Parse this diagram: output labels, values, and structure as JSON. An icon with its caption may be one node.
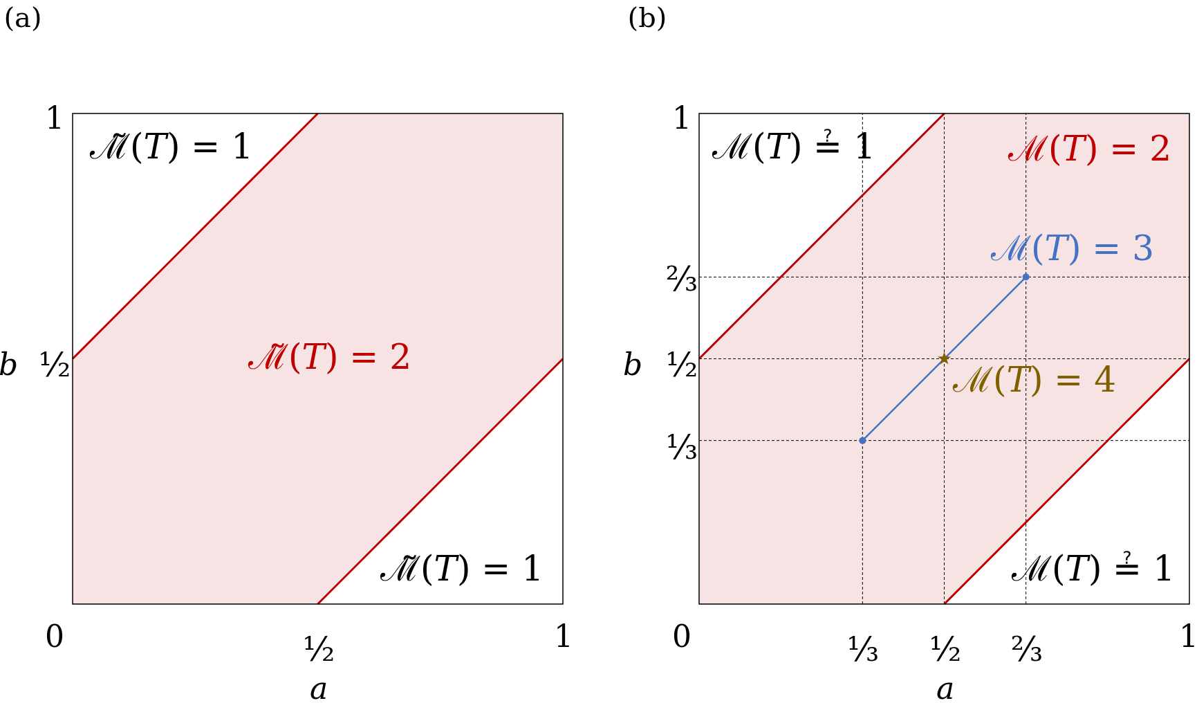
{
  "diagram": {
    "labels": [
      "(a)",
      "(b)",
      "1",
      "1",
      "ℳ̃(*T*) = 1",
      "ℳ(*T*) ≟ 1",
      "ℳ(*T*) = 2",
      "ℳ(*T*) = 3",
      "⅔",
      "b",
      "½",
      "ℳ̃(*T*) = 2",
      "b",
      "½",
      "ℳ(*T*) = 4",
      "⅓",
      "ℳ̃(*T*) = 1",
      "ℳ(*T*) ≟ 1",
      "0",
      "½",
      "1",
      "0",
      "⅓",
      "½",
      "⅔",
      "1",
      "a",
      "a"
    ]
  }
}
